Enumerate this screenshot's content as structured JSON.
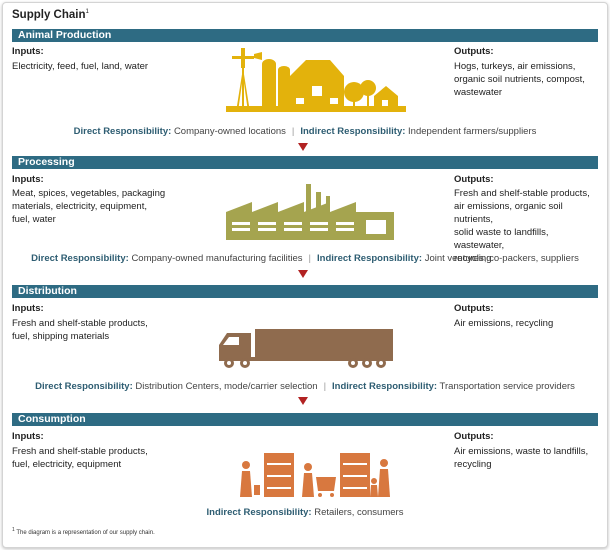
{
  "title": "Supply Chain",
  "title_sup": "1",
  "stages": [
    {
      "name": "Animal Production",
      "inputs_label": "Inputs:",
      "inputs": [
        "Electricity, feed, fuel, land, water"
      ],
      "outputs_label": "Outputs:",
      "outputs": [
        "Hogs, turkeys, air emissions,",
        "organic soil nutrients, compost,",
        "wastewater"
      ],
      "direct_label": "Direct Responsibility:",
      "direct_value": "Company-owned locations",
      "indirect_label": "Indirect Responsibility:",
      "indirect_value": "Independent farmers/suppliers",
      "illustration": "farm-icon",
      "color": "#e3b20c"
    },
    {
      "name": "Processing",
      "inputs_label": "Inputs:",
      "inputs": [
        "Meat, spices, vegetables, packaging",
        "materials, electricity, equipment,",
        "fuel, water"
      ],
      "outputs_label": "Outputs:",
      "outputs": [
        "Fresh and shelf-stable products,",
        "air emissions, organic soil nutrients,",
        "solid waste to landfills, wastewater,",
        "recycling"
      ],
      "direct_label": "Direct Responsibility:",
      "direct_value": "Company-owned manufacturing facilities",
      "indirect_label": "Indirect Responsibility:",
      "indirect_value": "Joint ventures, co-packers, suppliers",
      "illustration": "factory-icon",
      "color": "#a5a44f"
    },
    {
      "name": "Distribution",
      "inputs_label": "Inputs:",
      "inputs": [
        "Fresh and shelf-stable products,",
        "fuel, shipping materials"
      ],
      "outputs_label": "Outputs:",
      "outputs": [
        "Air emissions, recycling"
      ],
      "direct_label": "Direct Responsibility:",
      "direct_value": "Distribution Centers, mode/carrier selection",
      "indirect_label": "Indirect Responsibility:",
      "indirect_value": "Transportation service providers",
      "illustration": "truck-icon",
      "color": "#8f6b4e"
    },
    {
      "name": "Consumption",
      "inputs_label": "Inputs:",
      "inputs": [
        "Fresh and shelf-stable products,",
        "fuel, electricity, equipment"
      ],
      "outputs_label": "Outputs:",
      "outputs": [
        "Air emissions, waste to landfills,",
        "recycling"
      ],
      "indirect_label": "Indirect Responsibility:",
      "indirect_value": "Retailers, consumers",
      "illustration": "grocery-store-icon",
      "color": "#d8783f"
    }
  ],
  "footnote_sup": "1",
  "footnote": "The diagram is a representation of our supply chain.",
  "colors": {
    "section_bar": "#2e6b83",
    "arrow": "#b22222",
    "responsibility_label": "#2e5d72"
  }
}
